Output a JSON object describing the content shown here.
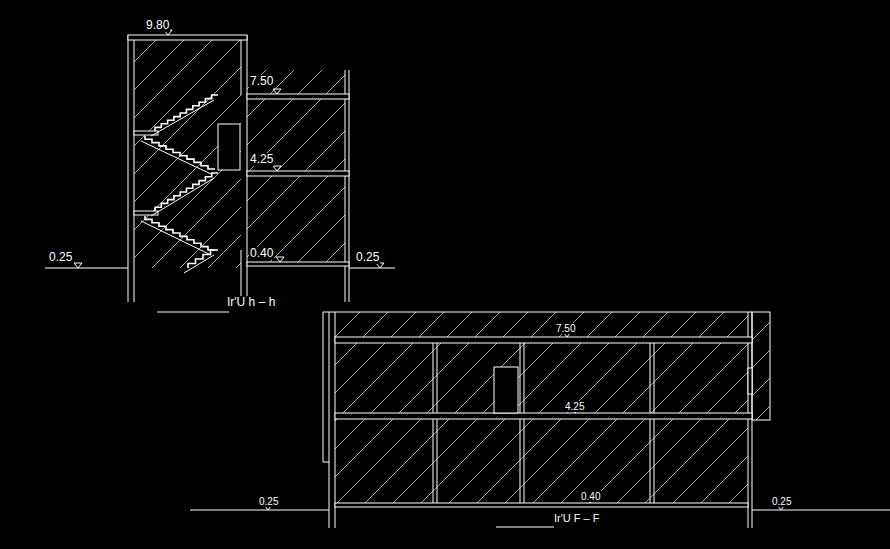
{
  "diagram": {
    "labels": [
      "9.80",
      "7.50",
      "4.25",
      "0.40",
      "0.25",
      "0.25",
      "Ir'U h – h",
      "7.50",
      "4.25",
      "0.25",
      "0.40",
      "0.25",
      "Ir'U F – F"
    ]
  }
}
